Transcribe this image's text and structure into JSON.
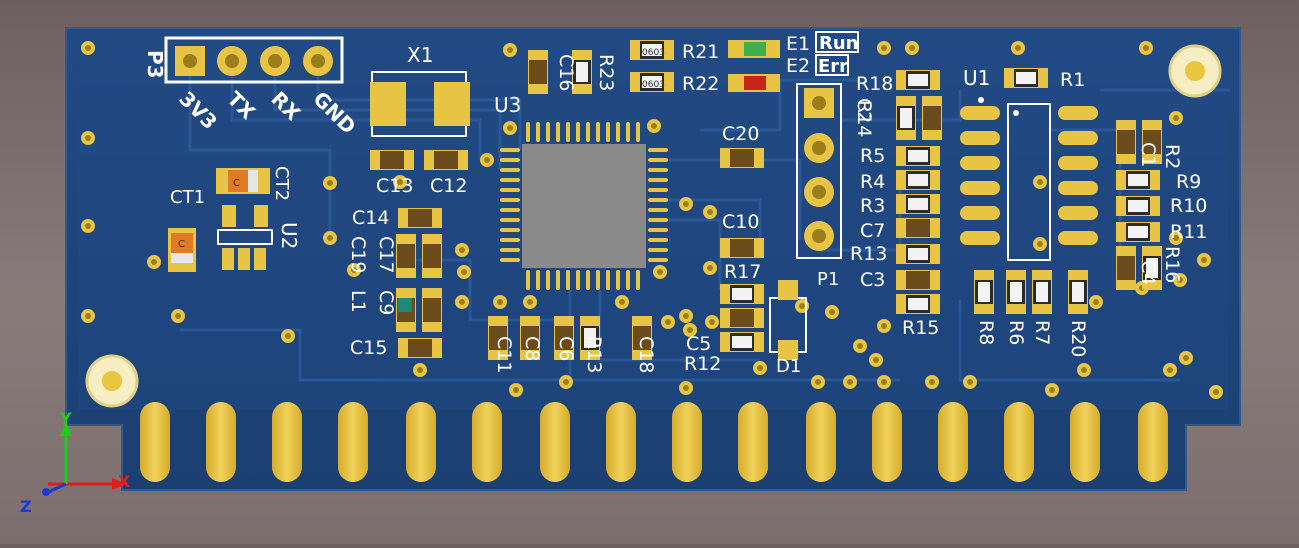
{
  "board": {
    "connector_labels": {
      "p3": "P3",
      "pins": [
        "3V3",
        "TX",
        "RX",
        "GND"
      ]
    },
    "crystal": "X1",
    "mcu": "U3",
    "u1": "U1",
    "u2": "U2",
    "header_p1": "P1",
    "diode": "D1",
    "status_text": {
      "run": "Run",
      "err": "Err"
    },
    "package_marks": [
      "0603",
      "0603",
      "0603",
      "0603",
      "0603",
      "0603",
      "C",
      "C"
    ],
    "refdes": [
      "C16",
      "R23",
      "R21",
      "R22",
      "E1",
      "E2",
      "R18",
      "R1",
      "C2",
      "R14",
      "C20",
      "C13",
      "C12",
      "R5",
      "R4",
      "R3",
      "C7",
      "R13",
      "C3",
      "R15",
      "R2",
      "C1",
      "R9",
      "R10",
      "R11",
      "R16",
      "C4",
      "CT1",
      "CT2",
      "C14",
      "C19",
      "C17",
      "L1",
      "C9",
      "C15",
      "C10",
      "R17",
      "C5",
      "R12",
      "C11",
      "C8",
      "C6",
      "R13",
      "C18",
      "R8",
      "R6",
      "R7",
      "R20"
    ]
  },
  "axes": {
    "x": "X",
    "y": "Y",
    "z": "Z"
  },
  "colors": {
    "background": "#7d6e6e",
    "board": "#1b3f72",
    "board_light": "#25508c",
    "copper": "#e7c443",
    "silkscreen": "#ffffff",
    "chip": "#8a8a8a",
    "led_green": "#3fae4a",
    "led_red": "#c8241b",
    "cap_body": "#6b4a1c",
    "ct_orange": "#e07a25",
    "axis_x": "#e01c1c",
    "axis_y": "#1ecb1e",
    "axis_z": "#1b3bd0"
  }
}
